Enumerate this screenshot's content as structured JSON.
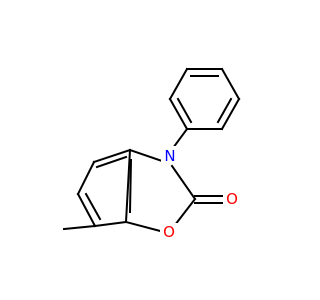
{
  "diagram": {
    "atoms": {
      "nitrogen": {
        "label": "N",
        "color": "#0000ff"
      },
      "carbonyl_oxygen": {
        "label": "O",
        "color": "#ff0000"
      },
      "ring_oxygen": {
        "label": "O",
        "color": "#ff0000"
      }
    }
  }
}
